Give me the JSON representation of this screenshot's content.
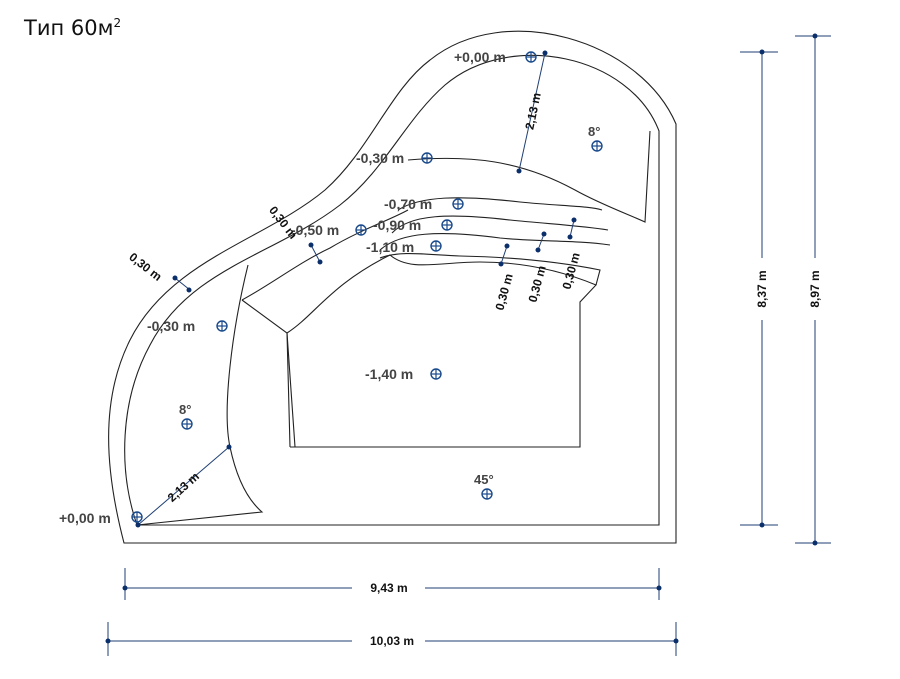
{
  "title": {
    "text": "Тип 60м",
    "sup": "2"
  },
  "levels": {
    "top": "+0,00 m",
    "left": "+0,00 m",
    "bench_top": "-0,30 m",
    "bench_left": "-0,30 m",
    "step1": "-0,50 m",
    "step2": "-0,70 m",
    "step3": "-0,90 m",
    "step4": "-1,10 m",
    "floor": "-1,40 m"
  },
  "slopes": {
    "top": "8°",
    "left": "8°",
    "floor": "45°"
  },
  "dims": {
    "bench_width_top": "0,30 m",
    "bench_width_left": "0,30 m",
    "step_a": "0,30 m",
    "step_b": "0,30 m",
    "step_c": "0,30 m",
    "slope_top": "2,13 m",
    "slope_left": "2,13 m",
    "inner_width": "9,43 m",
    "outer_width": "10,03 m",
    "inner_height": "8,37 m",
    "outer_height": "8,97 m"
  }
}
